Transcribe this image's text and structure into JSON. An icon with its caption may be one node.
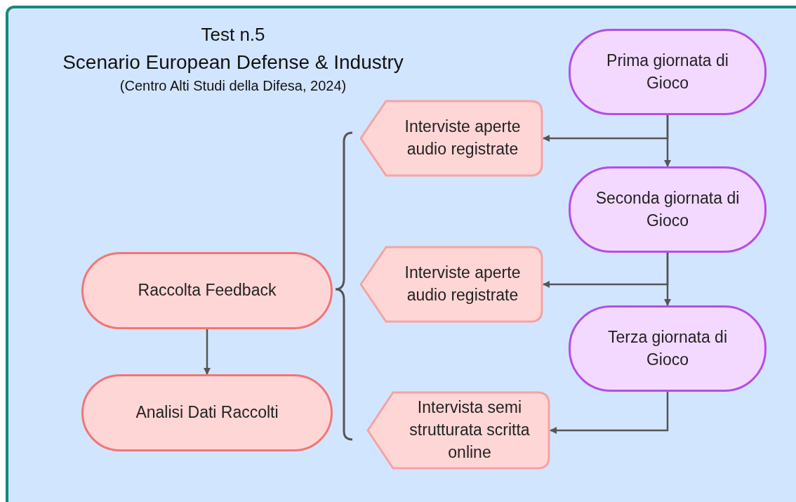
{
  "diagram": {
    "title": "Test n.5",
    "nodes": [
      {
        "text": [
          "Prima giornata di Gioco"
        ]
      },
      {
        "text": [
          "Interviste aperte audio registrate"
        ]
      },
      {
        "text": [
          "Seconda giornata di Gioco"
        ]
      },
      {
        "text": [
          "Raccolta Feedback"
        ]
      },
      {
        "text": [
          "Interviste aperte audio registrate"
        ]
      },
      {
        "text": [
          "Terza giornata di Gioco"
        ]
      },
      {
        "text": [
          "Analisi Dati Raccolti"
        ]
      },
      {
        "text": [
          "Intervista semi strutturata scritta online"
        ]
      }
    ],
    "edges": [
      {
        "from": 0,
        "to": 2,
        "arrow": "to"
      },
      {
        "from": 0,
        "to": 1,
        "arrow": "to"
      },
      {
        "from": 2,
        "to": 5,
        "arrow": "to"
      },
      {
        "from": 2,
        "to": 4,
        "arrow": "to"
      },
      {
        "from": 5,
        "to": 7,
        "arrow": "to"
      },
      {
        "from": 3,
        "to": 6,
        "arrow": "to"
      }
    ],
    "labels": [
      "Scenario European Defense & Industry",
      "(Centro Alti Studi della Difesa, 2024)"
    ]
  }
}
